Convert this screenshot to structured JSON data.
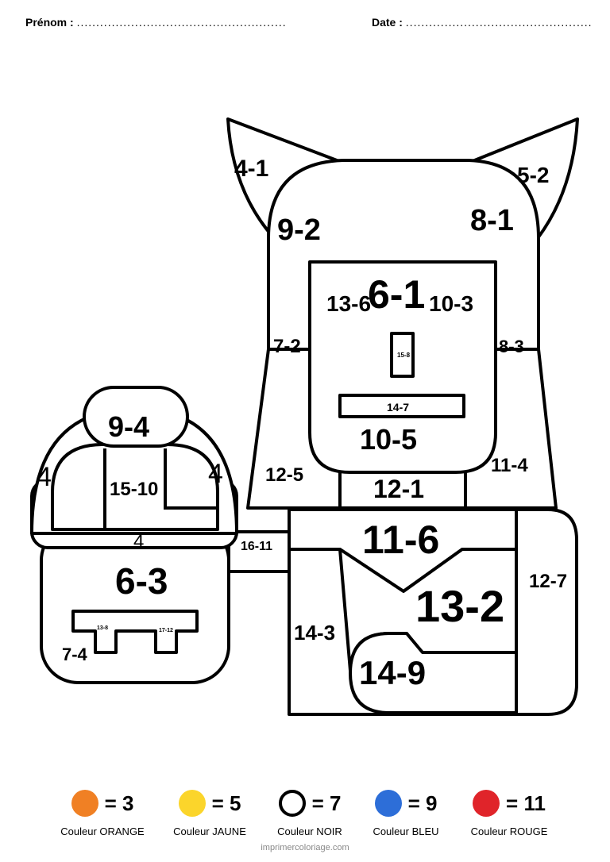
{
  "header": {
    "prenom_label": "Prénom :",
    "prenom_dots": "......................................................",
    "date_label": "Date :",
    "date_dots": "................................................"
  },
  "labels": {
    "ear_left": "4-1",
    "ear_right": "5-2",
    "head_left": "9-2",
    "head_right": "8-1",
    "face_top": "6-1",
    "face_upper_left": "13-6",
    "face_upper_right": "10-3",
    "ear_round_left": "7-2",
    "ear_round_right": "8-3",
    "nose": "15-8",
    "mouth": "14-7",
    "chin": "10-5",
    "neck": "12-1",
    "body_left": "12-5",
    "body_right": "11-4",
    "cap_top": "9-4",
    "helmet_inner": "15-10",
    "helmet_left": "4",
    "helmet_right": "4",
    "helmet_brim": "4",
    "lower_head": "6-3",
    "bracket_left": "13-8",
    "bracket_right": "17-12",
    "lower_corner": "7-4",
    "connector": "16-11",
    "chest_top": "11-6",
    "chest_middle": "13-2",
    "chest_right": "12-7",
    "chest_left": "14-3",
    "chest_pill": "14-9"
  },
  "legend": [
    {
      "value": "= 3",
      "name": "Couleur ORANGE",
      "color": "#f08024"
    },
    {
      "value": "= 5",
      "name": "Couleur JAUNE",
      "color": "#fbd52b"
    },
    {
      "value": "= 7",
      "name": "Couleur NOIR",
      "color": "#ffffff"
    },
    {
      "value": "= 9",
      "name": "Couleur BLEU",
      "color": "#2d6ed8"
    },
    {
      "value": "= 11",
      "name": "Couleur ROUGE",
      "color": "#e0242a"
    }
  ],
  "footer": "imprimercoloriage.com"
}
